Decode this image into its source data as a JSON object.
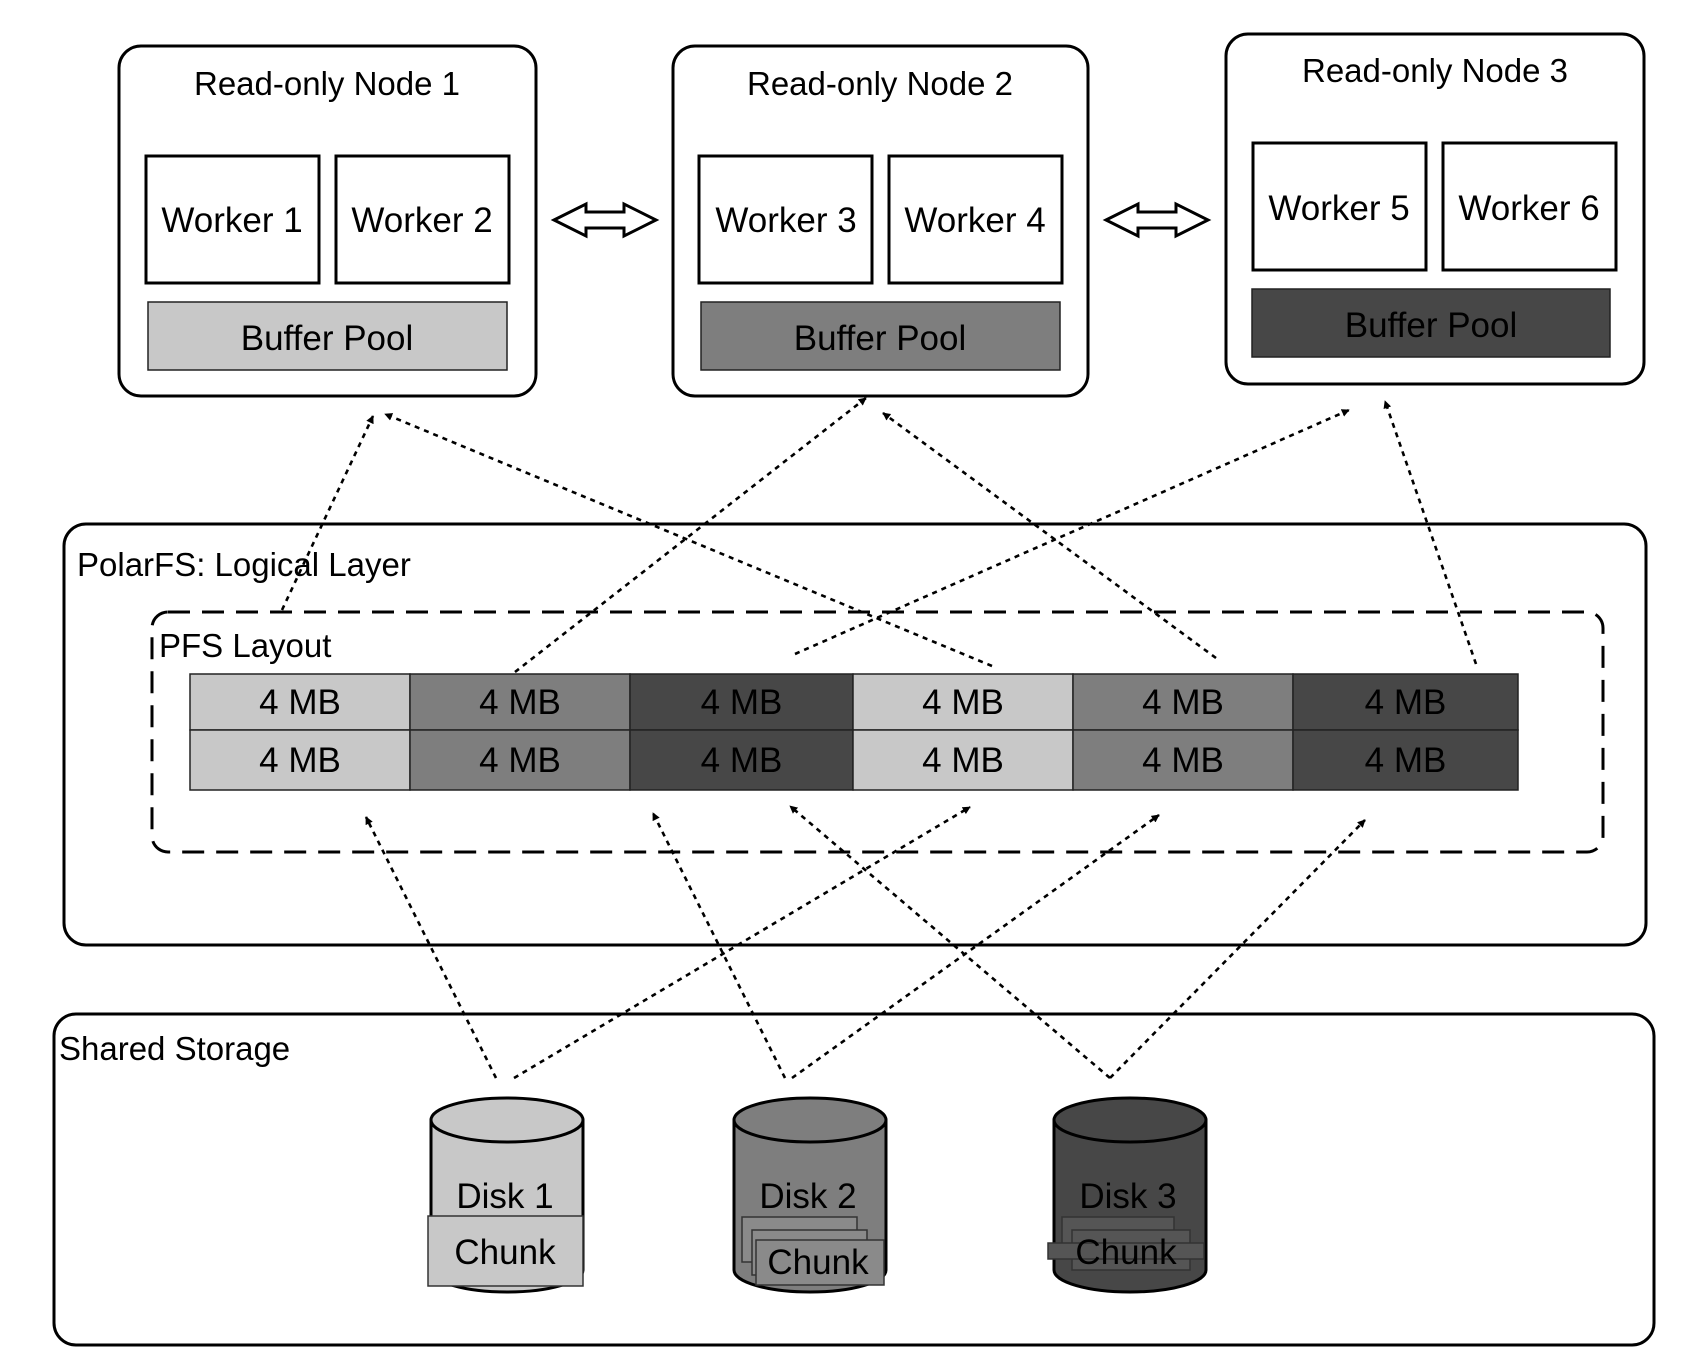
{
  "colors": {
    "light": "#c8c8c8",
    "mid": "#7e7e7e",
    "dark": "#474747",
    "chunk_front_light": "#c8c8c8",
    "chunk_back_mid": "#8a8a8a",
    "chunk_back_dark": "#555555"
  },
  "read_only_nodes": [
    {
      "title": "Read-only Node 1",
      "workers": [
        "Worker 1",
        "Worker 2"
      ],
      "buffer_pool": "Buffer Pool",
      "shade": "light"
    },
    {
      "title": "Read-only Node 2",
      "workers": [
        "Worker 3",
        "Worker 4"
      ],
      "buffer_pool": "Buffer Pool",
      "shade": "mid"
    },
    {
      "title": "Read-only Node 3",
      "workers": [
        "Worker 5",
        "Worker 6"
      ],
      "buffer_pool": "Buffer Pool",
      "shade": "dark"
    }
  ],
  "logical_layer": {
    "title": "PolarFS: Logical Layer",
    "layout_title": "PFS Layout",
    "blocks": [
      [
        "4 MB",
        "4 MB",
        "4 MB",
        "4 MB",
        "4 MB",
        "4 MB"
      ],
      [
        "4 MB",
        "4 MB",
        "4 MB",
        "4 MB",
        "4 MB",
        "4 MB"
      ]
    ],
    "block_shades": [
      "light",
      "mid",
      "dark",
      "light",
      "mid",
      "dark"
    ]
  },
  "shared_storage": {
    "title": "Shared Storage",
    "disks": [
      {
        "label": "Disk 1",
        "chunk": "Chunk",
        "shade": "light"
      },
      {
        "label": "Disk 2",
        "chunk": "Chunk",
        "shade": "mid"
      },
      {
        "label": "Disk 3",
        "chunk": "Chunk",
        "shade": "dark"
      }
    ]
  }
}
